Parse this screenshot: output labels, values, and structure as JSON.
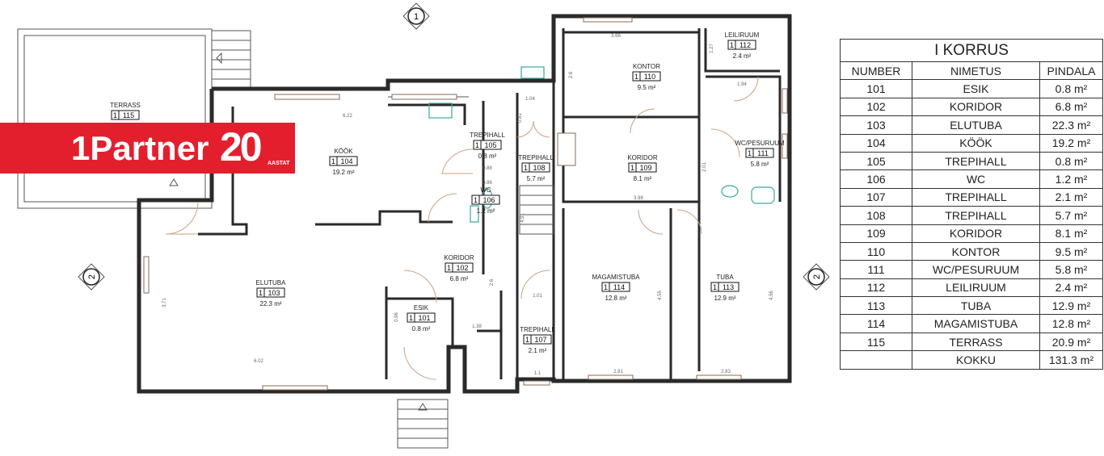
{
  "logo": {
    "brand": "1Partner",
    "years": "20",
    "years_label": "AASTAT",
    "color": "#e31f2d"
  },
  "section_markers": [
    "1",
    "2",
    "2"
  ],
  "rooms": [
    {
      "name": "TERRASS",
      "floor": "1",
      "number": "115",
      "area": ""
    },
    {
      "name": "KÖÖK",
      "floor": "1",
      "number": "104",
      "area": "19.2 m²"
    },
    {
      "name": "TREPIHALL",
      "floor": "1",
      "number": "105",
      "area": "0.8 m²"
    },
    {
      "name": "WC",
      "floor": "1",
      "number": "106",
      "area": "1.2 m²"
    },
    {
      "name": "TREPIHALL",
      "floor": "1",
      "number": "108",
      "area": "5.7 m²"
    },
    {
      "name": "KONTOR",
      "floor": "1",
      "number": "110",
      "area": "9.5 m²"
    },
    {
      "name": "LEILIRUUM",
      "floor": "1",
      "number": "112",
      "area": "2.4 m²"
    },
    {
      "name": "KORIDOR",
      "floor": "1",
      "number": "109",
      "area": "8.1 m²"
    },
    {
      "name": "WC/PESURUUM",
      "floor": "1",
      "number": "111",
      "area": "5.8 m²"
    },
    {
      "name": "KORIDOR",
      "floor": "1",
      "number": "102",
      "area": "6.8 m²"
    },
    {
      "name": "ELUTUBA",
      "floor": "1",
      "number": "103",
      "area": "22.3 m²"
    },
    {
      "name": "ESIK",
      "floor": "1",
      "number": "101",
      "area": "0.8 m²"
    },
    {
      "name": "TREPIHALL",
      "floor": "1",
      "number": "107",
      "area": "2.1 m²"
    },
    {
      "name": "MAGAMISTUBA",
      "floor": "1",
      "number": "114",
      "area": "12.8 m²"
    },
    {
      "name": "TUBA",
      "floor": "1",
      "number": "113",
      "area": "12.9 m²"
    }
  ],
  "dimensions": [
    "6.22",
    "3.66",
    "1.27",
    "1.94",
    "2.6",
    "3.98",
    "2.01",
    "1.04",
    "0.81",
    "0.88",
    "0.86",
    "4.91",
    "2.6",
    "1.01",
    "1.38",
    "0.96",
    "1.1",
    "6.02",
    "3.71",
    "2.81",
    "2.83",
    "4.55",
    "4.56"
  ],
  "table": {
    "title": "I KORRUS",
    "headers": [
      "NUMBER",
      "NIMETUS",
      "PINDALA"
    ],
    "rows": [
      [
        "101",
        "ESIK",
        "0.8 m²"
      ],
      [
        "102",
        "KORIDOR",
        "6.8 m²"
      ],
      [
        "103",
        "ELUTUBA",
        "22.3 m²"
      ],
      [
        "104",
        "KÖÖK",
        "19.2 m²"
      ],
      [
        "105",
        "TREPIHALL",
        "0.8 m²"
      ],
      [
        "106",
        "WC",
        "1.2 m²"
      ],
      [
        "107",
        "TREPIHALL",
        "2.1 m²"
      ],
      [
        "108",
        "TREPIHALL",
        "5.7 m²"
      ],
      [
        "109",
        "KORIDOR",
        "8.1 m²"
      ],
      [
        "110",
        "KONTOR",
        "9.5 m²"
      ],
      [
        "111",
        "WC/PESURUUM",
        "5.8 m²"
      ],
      [
        "112",
        "LEILIRUUM",
        "2.4 m²"
      ],
      [
        "113",
        "TUBA",
        "12.9 m²"
      ],
      [
        "114",
        "MAGAMISTUBA",
        "12.8 m²"
      ],
      [
        "115",
        "TERRASS",
        "20.9 m²"
      ]
    ],
    "total_label": "KOKKU",
    "total_value": "131.3 m²"
  }
}
